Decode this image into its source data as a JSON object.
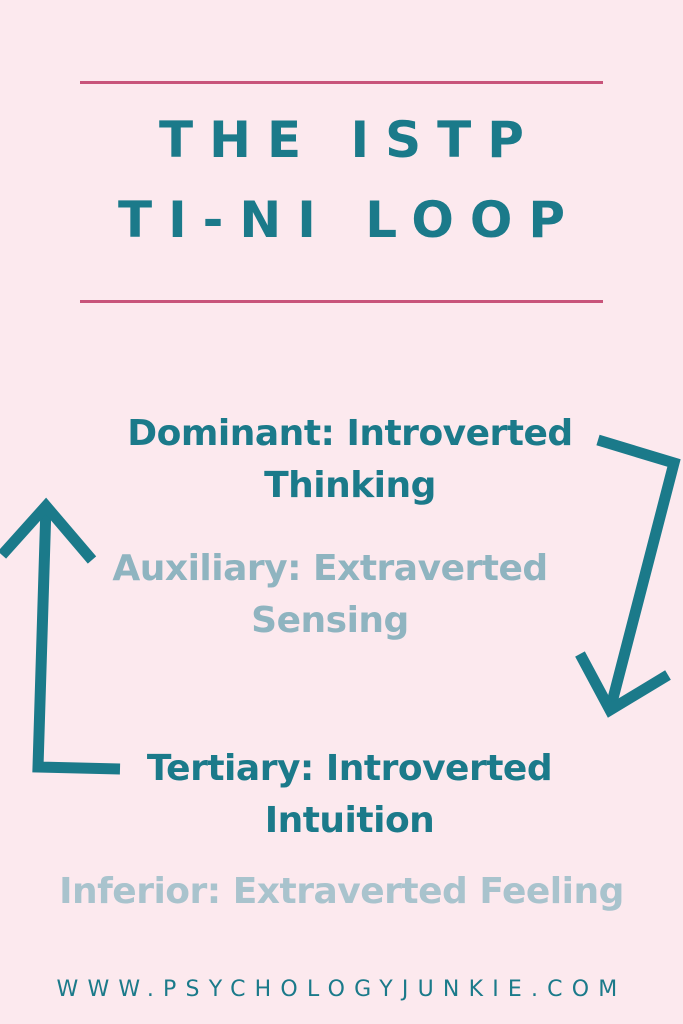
{
  "title": {
    "line1": "THE ISTP",
    "line2": "TI-NI LOOP"
  },
  "functions": {
    "dominant": {
      "line1": "Dominant: Introverted",
      "line2": "Thinking"
    },
    "auxiliary": {
      "line1": "Auxiliary: Extraverted",
      "line2": "Sensing"
    },
    "tertiary": {
      "line1": "Tertiary: Introverted",
      "line2": "Intuition"
    },
    "inferior": {
      "line1": "Inferior: Extraverted Feeling"
    }
  },
  "footer": {
    "url": "WWW.PSYCHOLOGYJUNKIE.COM"
  },
  "icons": {
    "right_arrow": "arrow-down-loop-icon",
    "left_arrow": "arrow-up-loop-icon"
  },
  "colors": {
    "background": "#fce9ee",
    "accent_teal": "#1b7a8a",
    "muted_teal": "#8fb4c0",
    "rule_pink": "#c8547a"
  }
}
